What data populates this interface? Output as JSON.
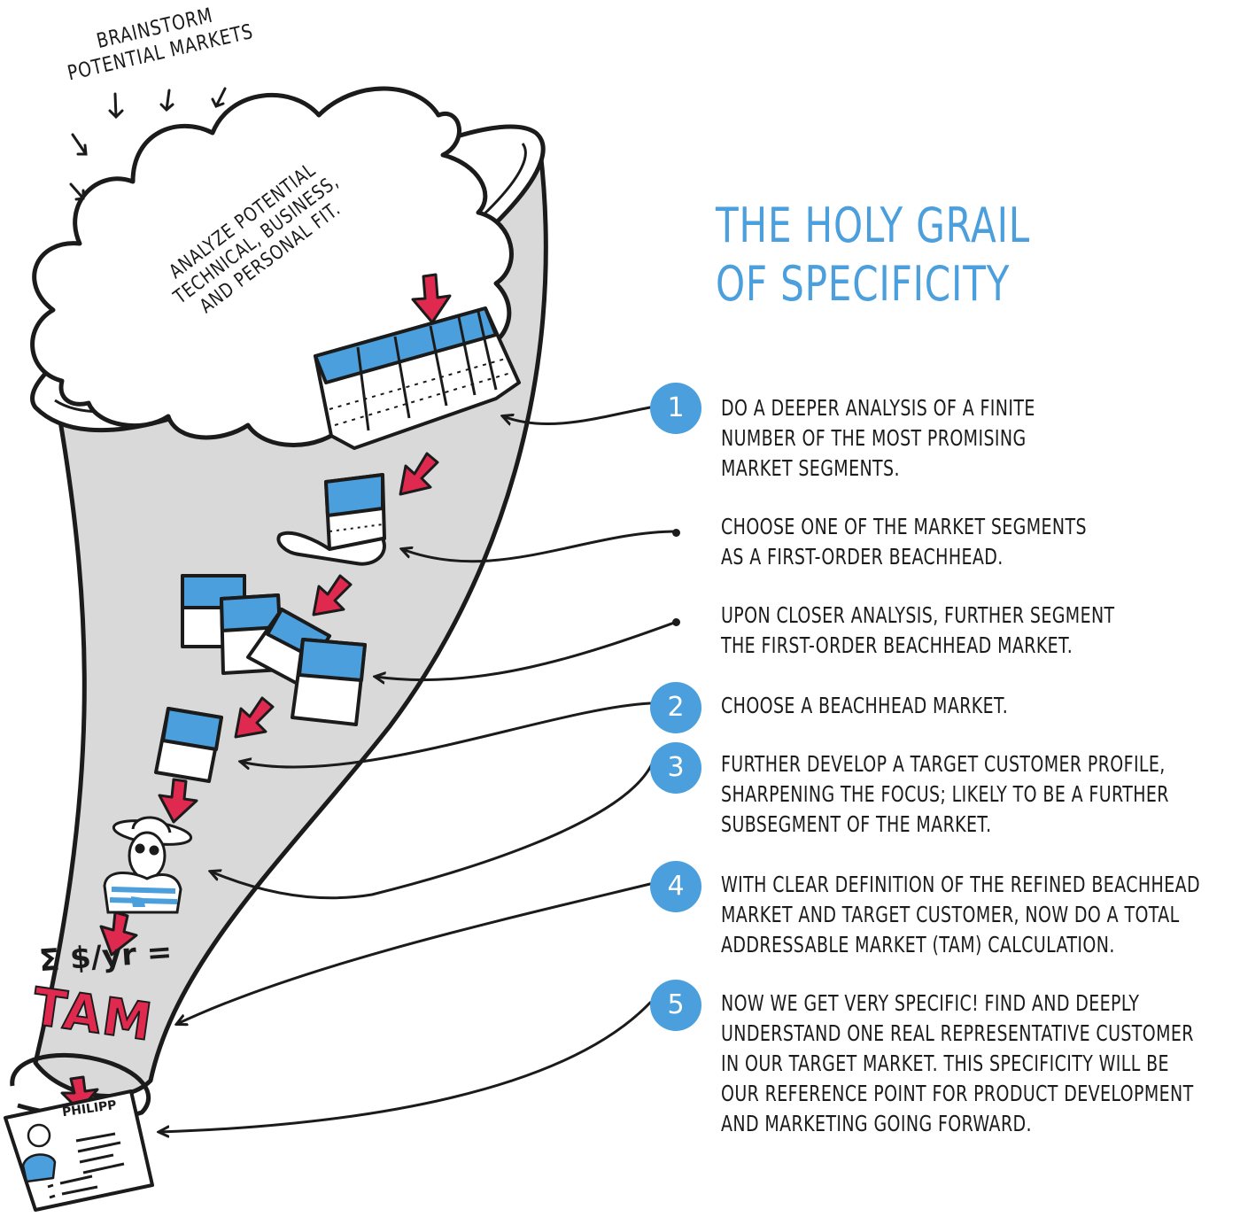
{
  "title": {
    "line1": "THE HOLY GRAIL",
    "line2": "OF SPECIFICITY"
  },
  "funnel": {
    "top_label": "BRAINSTORM\nPOTENTIAL MARKETS",
    "cloud_label": "ANALYZE POTENTIAL\nTECHNICAL, BUSINESS,\nAND PERSONAL FIT.",
    "formula": "Σ $/yr =",
    "tam_label": "TAM",
    "card_name": "PHILIPP"
  },
  "steps": [
    {
      "number": "1",
      "text": "DO A DEEPER ANALYSIS OF A FINITE\nNUMBER OF THE MOST PROMISING\nMARKET SEGMENTS."
    },
    {
      "number": "",
      "text": "CHOOSE ONE OF THE MARKET SEGMENTS\nAS A FIRST-ORDER BEACHHEAD."
    },
    {
      "number": "",
      "text": "UPON CLOSER ANALYSIS, FURTHER SEGMENT\nTHE FIRST-ORDER BEACHHEAD MARKET."
    },
    {
      "number": "2",
      "text": "CHOOSE A BEACHHEAD MARKET."
    },
    {
      "number": "3",
      "text": "FURTHER DEVELOP A TARGET CUSTOMER PROFILE,\nSHARPENING THE FOCUS; LIKELY TO BE A FURTHER\nSUBSEGMENT OF THE MARKET."
    },
    {
      "number": "4",
      "text": "WITH CLEAR DEFINITION OF THE REFINED BEACHHEAD\nMARKET AND TARGET CUSTOMER, NOW DO A TOTAL\nADDRESSABLE MARKET (TAM) CALCULATION."
    },
    {
      "number": "5",
      "text": "NOW WE GET VERY SPECIFIC! FIND AND DEEPLY\nUNDERSTAND ONE REAL REPRESENTATIVE CUSTOMER\nIN OUR TARGET MARKET. THIS SPECIFICITY WILL BE\nOUR REFERENCE POINT FOR PRODUCT DEVELOPMENT\nAND MARKETING GOING FORWARD."
    }
  ],
  "colors": {
    "accent_blue": "#4a9fdc",
    "arrow_red": "#e0294f",
    "funnel_gray": "#d9d9d9",
    "ink": "#1b1b1b"
  }
}
